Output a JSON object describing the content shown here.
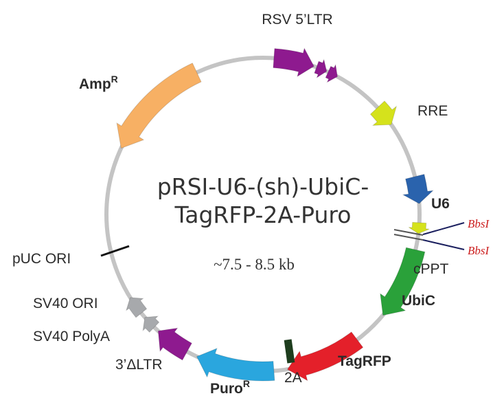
{
  "plasmid": {
    "name_line1": "pRSI-U6-(sh)-UbiC-",
    "name_line2": "TagRFP-2A-Puro",
    "size": "~7.5 - 8.5 kb"
  },
  "features": {
    "rsv": "RSV 5’LTR",
    "rre": "RRE",
    "u6": "U6",
    "cppt": "cPPT",
    "ubic": "UbiC",
    "tagrfp": "TagRFP",
    "t2a": "2A",
    "puro": "Puro",
    "puro_sup": "R",
    "ltr3": "3’ΔLTR",
    "sv40polya": "SV40 PolyA",
    "sv40ori": "SV40 ORI",
    "puc": "pUC ORI",
    "amp": "Amp",
    "amp_sup": "R"
  },
  "sites": {
    "bbs1": "BbsI",
    "bbs2": "BbsI"
  },
  "colors": {
    "backbone": "#c4c4c4",
    "rsv": "#8e1a8f",
    "rre": "#d5e21c",
    "u6": "#2a63ad",
    "cppt": "#d5e21c",
    "ubic": "#2aa13a",
    "tagrfp": "#e4202a",
    "t2a": "#1e3d1e",
    "puro": "#2aa6de",
    "ltr3": "#8e1a8f",
    "sv40": "#a7a9ac",
    "amp": "#f7b064"
  }
}
